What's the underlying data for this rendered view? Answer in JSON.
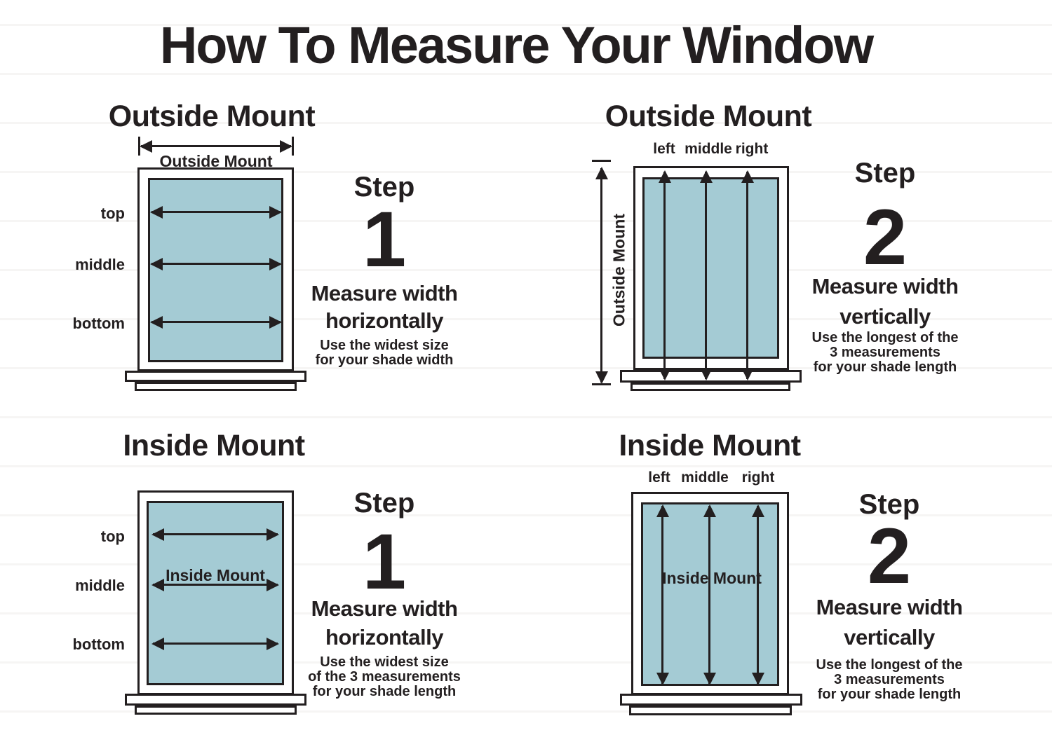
{
  "page": {
    "title": "How To Measure Your Window",
    "ink_color": "#231f20",
    "pane_color": "#a4cbd4"
  },
  "quadrants": [
    {
      "heading": "Outside Mount",
      "measure_label": "Outside Mount",
      "row_labels": [
        "top",
        "middle",
        "bottom"
      ],
      "step": {
        "word": "Step",
        "number": "1",
        "line1": "Measure width",
        "line2": "horizontally",
        "note": [
          "Use the widest size",
          "for your shade width"
        ]
      }
    },
    {
      "heading": "Outside Mount",
      "measure_label": "Outside Mount",
      "col_labels": [
        "left",
        "middle",
        "right"
      ],
      "step": {
        "word": "Step",
        "number": "2",
        "line1": "Measure width",
        "line2": "vertically",
        "note": [
          "Use the longest of the",
          "3 measurements",
          "for your shade length"
        ]
      }
    },
    {
      "heading": "Inside Mount",
      "pane_label": "Inside Mount",
      "row_labels": [
        "top",
        "middle",
        "bottom"
      ],
      "step": {
        "word": "Step",
        "number": "1",
        "line1": "Measure width",
        "line2": "horizontally",
        "note": [
          "Use the widest size",
          "of the 3 measurements",
          "for your shade length"
        ]
      }
    },
    {
      "heading": "Inside Mount",
      "pane_label": "Inside Mount",
      "col_labels": [
        "left",
        "middle",
        "right"
      ],
      "step": {
        "word": "Step",
        "number": "2",
        "line1": "Measure width",
        "line2": "vertically",
        "note": [
          "Use the longest of the",
          "3 measurements",
          "for your shade length"
        ]
      }
    }
  ]
}
